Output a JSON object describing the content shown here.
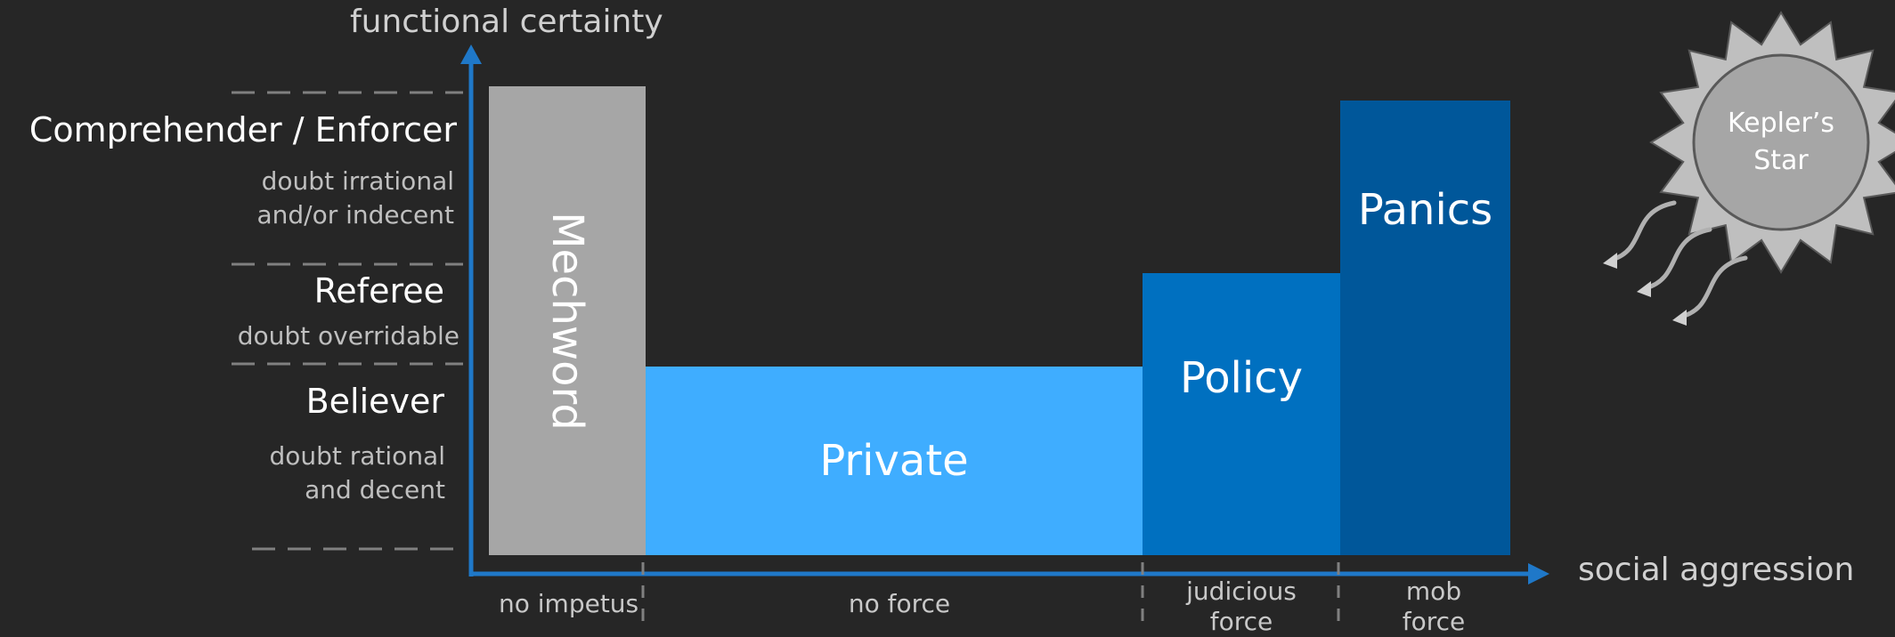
{
  "axes": {
    "y_label": "functional certainty",
    "x_label": "social aggression"
  },
  "levels": [
    {
      "title": "Comprehender / Enforcer",
      "note": [
        "doubt irrational",
        "and/or indecent"
      ]
    },
    {
      "title": "Referee",
      "note": [
        "doubt overridable"
      ]
    },
    {
      "title": "Believer",
      "note": [
        "doubt rational",
        "and decent"
      ]
    }
  ],
  "blocks": [
    {
      "label": "Mechword",
      "color": "#a6a6a6"
    },
    {
      "label": "Private",
      "color": "#3fadff"
    },
    {
      "label": "Policy",
      "color": "#0070c0"
    },
    {
      "label": "Panics",
      "color": "#00579a"
    }
  ],
  "segments": [
    {
      "label": [
        "no impetus"
      ]
    },
    {
      "label": [
        "no force"
      ]
    },
    {
      "label": [
        "judicious",
        "force"
      ]
    },
    {
      "label": [
        "mob",
        "force"
      ]
    }
  ],
  "star": {
    "label": [
      "Kepler’s",
      "Star"
    ],
    "fill": "#bfbfbf"
  },
  "colors": {
    "axis": "#1f78c8",
    "dashes": "#808080",
    "background": "#262626"
  }
}
